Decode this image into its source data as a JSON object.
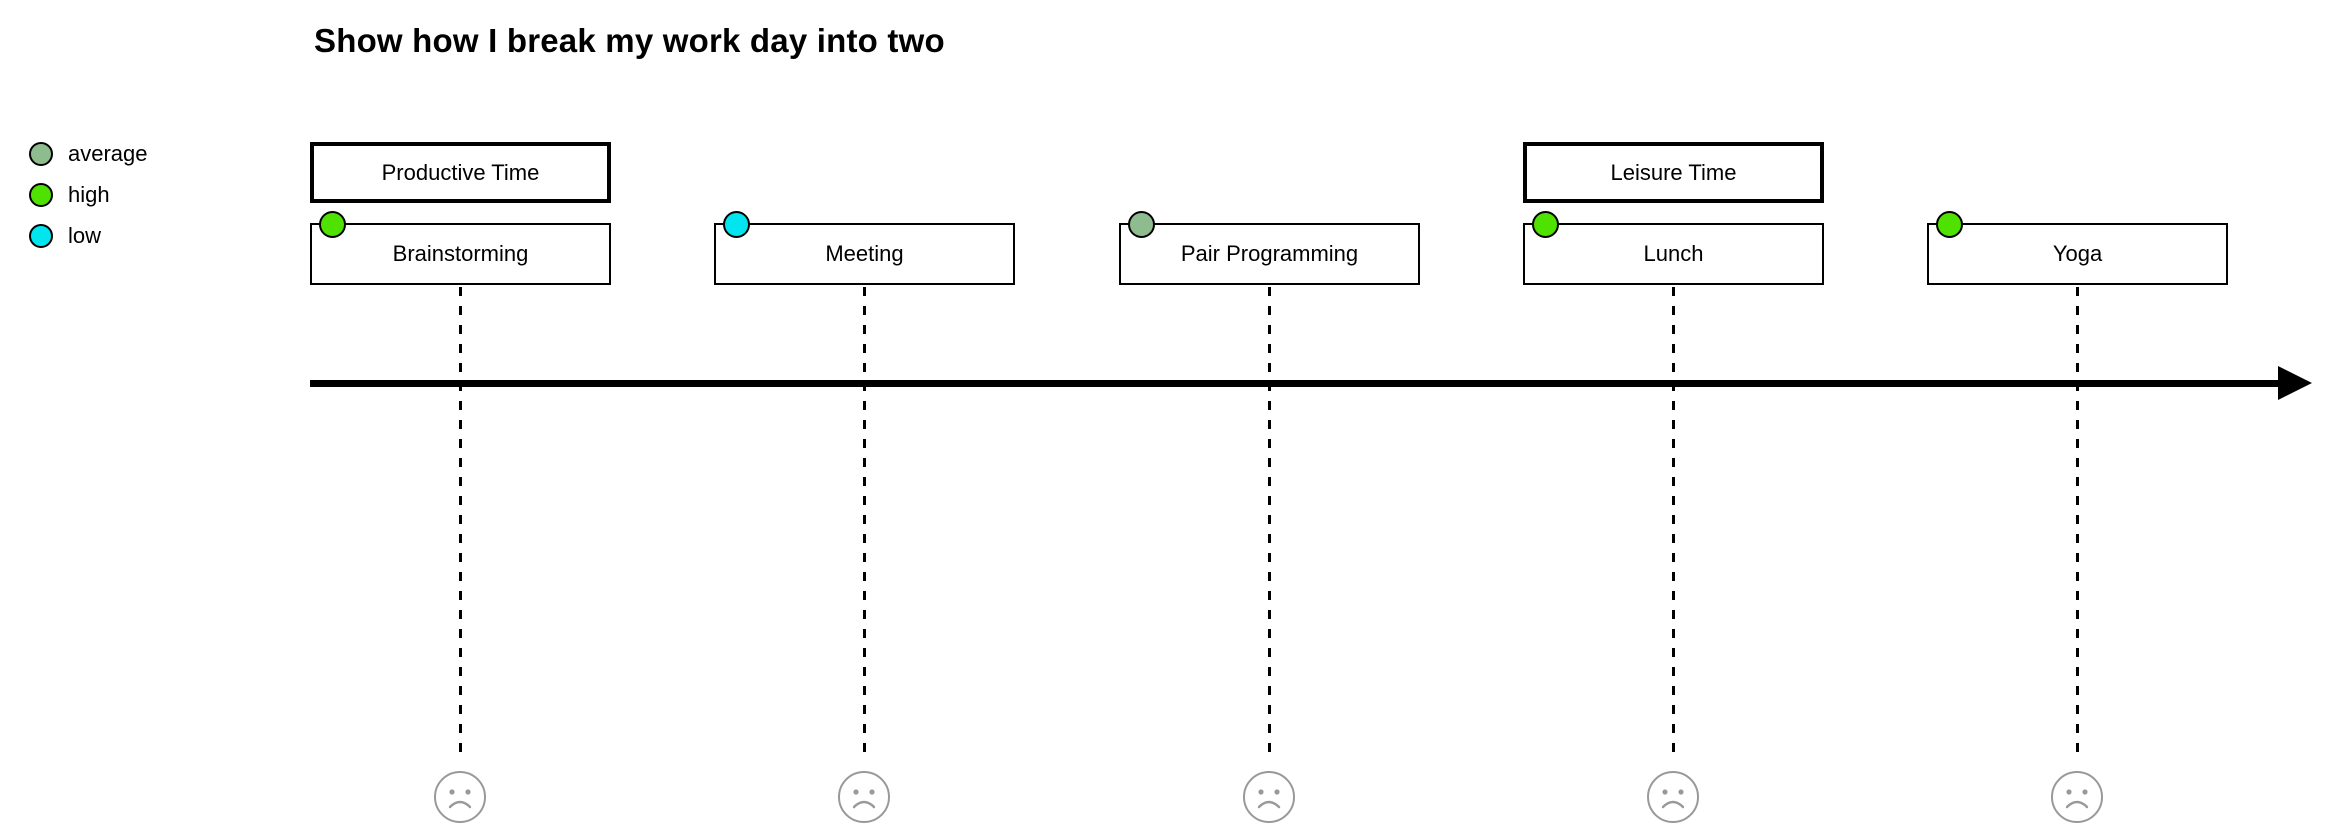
{
  "title": "Show how I break my work day into two",
  "legend": {
    "items": [
      {
        "label": "average",
        "color": "#8FBC8F"
      },
      {
        "label": "high",
        "color": "#4FE200"
      },
      {
        "label": "low",
        "color": "#00E5EE"
      }
    ]
  },
  "timeline": {
    "sections": [
      {
        "label": "Productive Time",
        "covers_events": [
          "Brainstorming",
          "Meeting",
          "Pair Programming"
        ]
      },
      {
        "label": "Leisure Time",
        "covers_events": [
          "Lunch",
          "Yoga"
        ]
      }
    ],
    "events": [
      {
        "label": "Brainstorming",
        "level": "high",
        "marker_color": "#4FE200",
        "mood_icon": "sad-face"
      },
      {
        "label": "Meeting",
        "level": "low",
        "marker_color": "#00E5EE",
        "mood_icon": "sad-face"
      },
      {
        "label": "Pair Programming",
        "level": "average",
        "marker_color": "#8FBC8F",
        "mood_icon": "sad-face"
      },
      {
        "label": "Lunch",
        "level": "high",
        "marker_color": "#4FE200",
        "mood_icon": "sad-face"
      },
      {
        "label": "Yoga",
        "level": "high",
        "marker_color": "#4FE200",
        "mood_icon": "sad-face"
      }
    ],
    "axis": {
      "style": "solid-black-arrow",
      "direction": "right"
    },
    "colors": {
      "box_border": "#000000",
      "face_stroke": "#999999",
      "background": "#FFFFFF"
    }
  }
}
